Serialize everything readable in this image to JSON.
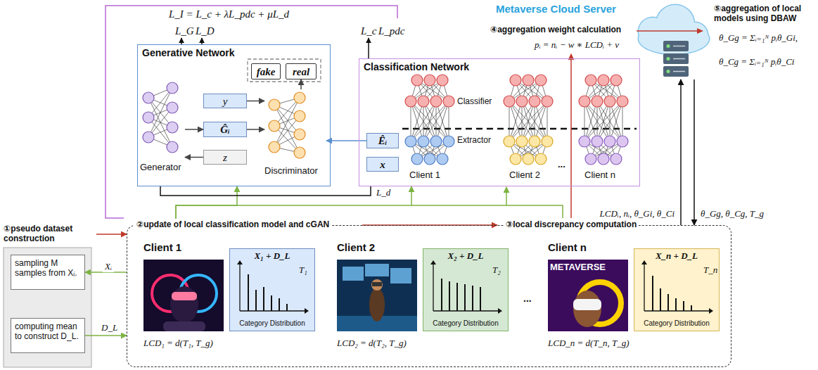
{
  "diagram": {
    "nodes": [
      {
        "text": [
          "Generative Network"
        ]
      },
      {
        "text": [
          "fake"
        ],
        "in": 0
      },
      {
        "text": [
          "real"
        ],
        "in": 0
      },
      {
        "text": [
          "Generator"
        ],
        "in": 0
      },
      {
        "text": [
          "y"
        ],
        "in": 0
      },
      {
        "text": [
          "Ĝᵢ"
        ],
        "in": 0
      },
      {
        "text": [
          "z"
        ],
        "in": 0
      },
      {
        "text": [
          "Discriminator"
        ],
        "in": 0
      },
      {
        "text": [
          "Classification Network"
        ]
      },
      {
        "text": [
          "Êᵢ"
        ],
        "in": 8
      },
      {
        "text": [
          "x"
        ],
        "in": 8
      },
      {
        "text": [
          "Classifier",
          "Extractor",
          "Client 1"
        ],
        "in": 8
      },
      {
        "text": [
          "Client 2"
        ],
        "in": 8
      },
      {
        "text": [
          "Client n"
        ],
        "in": 8
      },
      {
        "text": [
          "Metaverse Cloud Server"
        ]
      },
      {
        "text": [
          "①pseudo dataset construction"
        ]
      },
      {
        "text": [
          "sampling M samples from Xᵢ."
        ],
        "in": 15
      },
      {
        "text": [
          "computing mean to construct D_L."
        ],
        "in": 15
      },
      {
        "text": [
          "②update of local classification model and cGAN",
          "③local discrepancy computation"
        ]
      },
      {
        "text": [
          "Client 1",
          "LCD₁ = d(T₁, T_g)"
        ],
        "in": 18
      },
      {
        "text": [
          "X₁ + D_L",
          "T₁",
          "Category Distribution"
        ],
        "in": 19
      },
      {
        "text": [
          "Client 2",
          "LCD₂ = d(T₂, T_g)"
        ],
        "in": 18
      },
      {
        "text": [
          "X₂ + D_L",
          "T₂",
          "Category Distribution"
        ],
        "in": 21
      },
      {
        "text": [
          "Client n",
          "LCD_n = d(T_n, T_g)"
        ],
        "in": 18
      },
      {
        "text": [
          "X_n + D_L",
          "T_n",
          "Category Distribution"
        ],
        "in": 23
      }
    ],
    "edges": [
      {
        "from": 3,
        "to": 5,
        "arrow": "to"
      },
      {
        "from": 6,
        "to": 3,
        "arrow": "to"
      },
      {
        "from": 4,
        "to": 7,
        "arrow": "to"
      },
      {
        "from": 5,
        "to": 7,
        "arrow": "to"
      },
      {
        "from": 7,
        "to": 2,
        "arrow": "to"
      },
      {
        "from": 9,
        "to": 7,
        "arrow": "to"
      },
      {
        "from": 15,
        "to": 18,
        "arrow": "to"
      },
      {
        "from": 18,
        "to": 16,
        "arrow": "to",
        "label": "Xᵢ"
      },
      {
        "from": 17,
        "to": 18,
        "arrow": "to",
        "label": "D_L"
      },
      {
        "from": 18,
        "to": 0,
        "arrow": "to"
      },
      {
        "from": 18,
        "to": 8,
        "arrow": "to"
      },
      {
        "from": 0,
        "to": 8,
        "arrow": "none",
        "label": "L_d"
      },
      {
        "from": 18,
        "to": 14,
        "arrow": "to",
        "label": "LCDᵢ, nᵢ, θ_Gi, θ_Ci"
      },
      {
        "from": 14,
        "to": 18,
        "arrow": "to",
        "label": "θ_Gg, θ_Cg, T_g"
      }
    ],
    "labels": [
      "L_I = L_c + λL_pdc + μL_d",
      "L_G",
      "L_D",
      "L_c",
      "L_pdc",
      "④aggregation weight calculation",
      "pᵢ = nᵢ − w ∗ LCDᵢ + v",
      "⑤aggregation of local models using DBAW",
      "θ_Gg = Σᵢ₌₁ᴺ pᵢθ_Gi,",
      "θ_Cg = Σᵢ₌₁ᴺ pᵢθ_Ci",
      "...",
      "...",
      "METAVERSE"
    ]
  }
}
